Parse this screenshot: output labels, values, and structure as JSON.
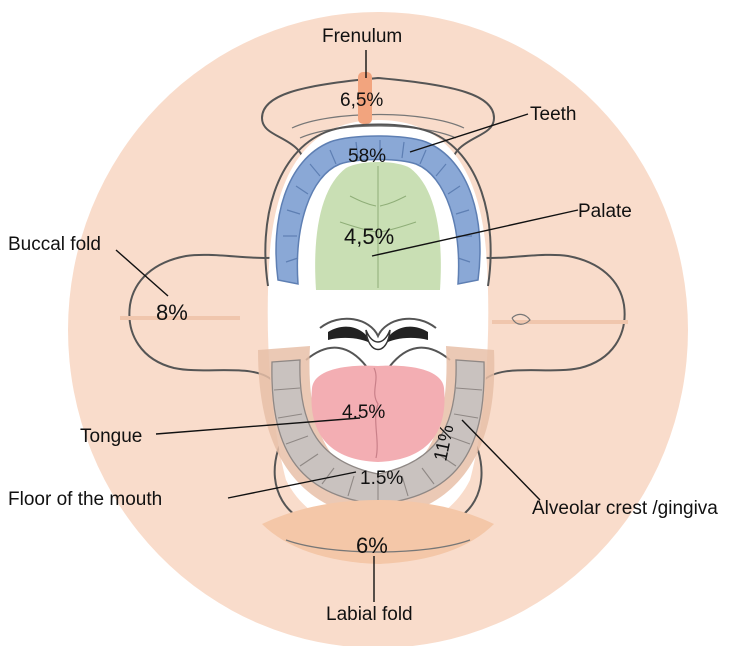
{
  "labels": {
    "frenulum": "Frenulum",
    "teeth": "Teeth",
    "palate": "Palate",
    "buccal_fold": "Buccal fold",
    "tongue": "Tongue",
    "floor": "Floor of the mouth",
    "alveolar": "Alveolar crest /gingiva",
    "labial_fold": "Labial fold"
  },
  "values": {
    "frenulum": "6,5%",
    "teeth": "58%",
    "palate": "4,5%",
    "buccal_fold": "8%",
    "tongue": "4.5%",
    "floor": "1.5%",
    "alveolar": "11%",
    "labial_fold": "6%"
  },
  "colors": {
    "background_face": "#f9dccb",
    "frenulum": "#f2a47e",
    "teeth": "#8aa8d6",
    "palate": "#c9dfb4",
    "tongue": "#f3aeb3",
    "lower_gum": "#e8c0a8",
    "lower_teeth": "#c9c2bf",
    "labial_fold": "#f4c7a8"
  }
}
